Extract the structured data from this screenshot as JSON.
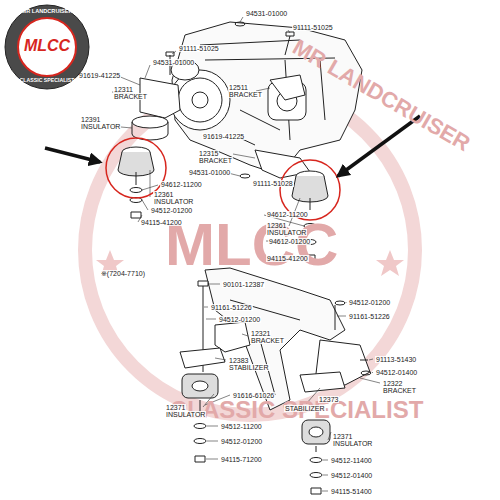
{
  "diagram": {
    "nodes": [
      {
        "text": [
          "MR LANDCRUISER",
          "MLCC",
          "CLASSIC SPECIALIST"
        ]
      }
    ],
    "labels": [
      "MR LANDCRUISER",
      "MLCC",
      "CLASSIC SPECIALIST",
      "94531-01000",
      "91111-51025",
      "91111-51025",
      "94531-01000",
      "91619-41225",
      "12311",
      "BRACKET",
      "12391",
      "INSULATOR",
      "12511",
      "BRACKET",
      "91619-41225",
      "12315",
      "BRACKET",
      "94531-01000",
      "91111-51028",
      "94612-11200",
      "12361",
      "INSULATOR",
      "94512-01200",
      "94115-41200",
      "94612-11200",
      "12361",
      "INSULATOR",
      "94612-01200",
      "94115-41200",
      "※(7204-7710)",
      "90101-12387",
      "91161-51226",
      "94512-01200",
      "12321",
      "BRACKET",
      "12383",
      "STABILIZER",
      "91616-61026",
      "12371",
      "INSULATOR",
      "12373",
      "STABILIZER",
      "94512-11200",
      "94512-01200",
      "94115-71200",
      "94512-01200",
      "91161-51226",
      "91113-51430",
      "94512-01400",
      "12322",
      "BRACKET",
      "12371",
      "INSULATOR",
      "94512-11400",
      "94512-01400",
      "94115-51400"
    ]
  }
}
